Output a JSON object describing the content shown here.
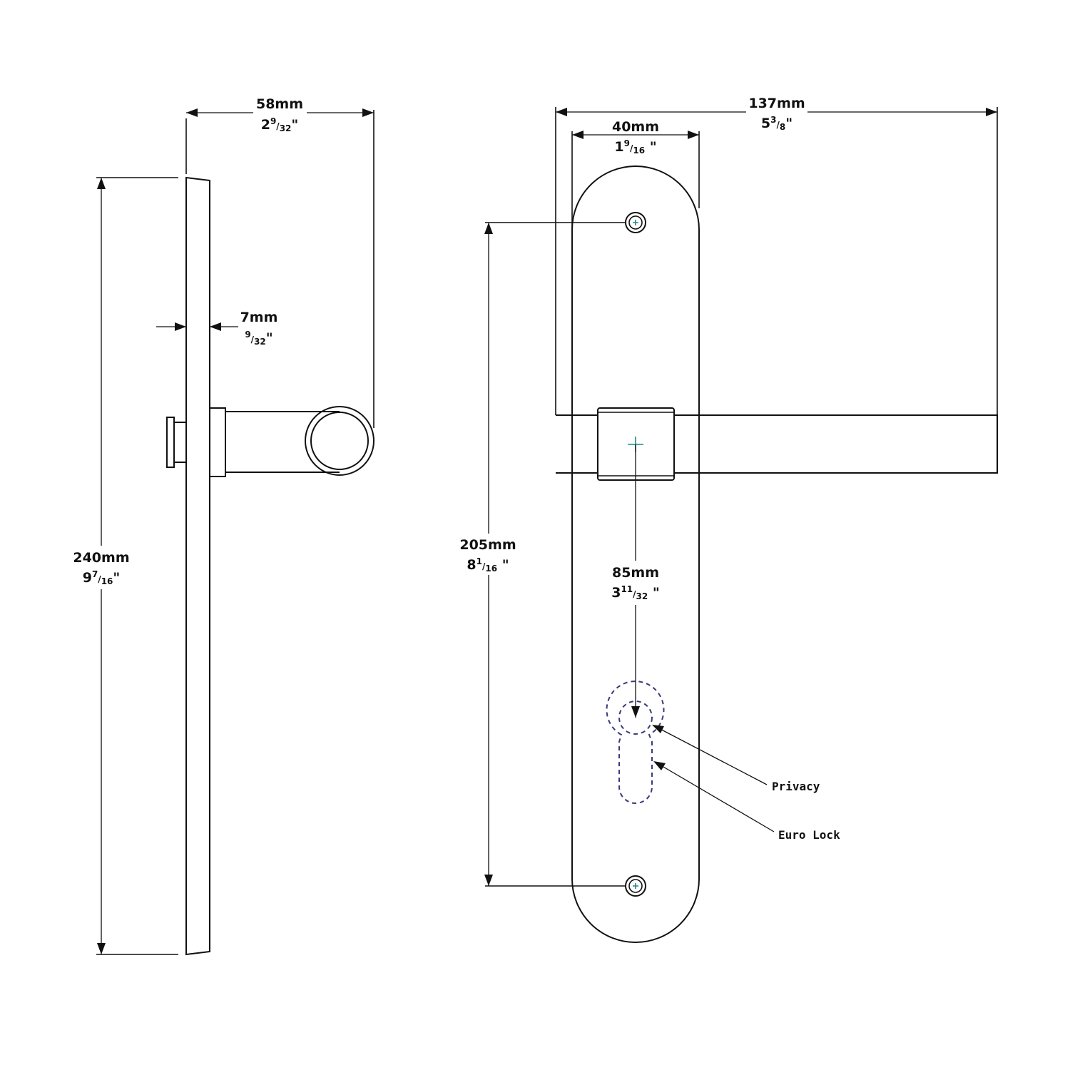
{
  "side_view": {
    "width_mm": "58mm",
    "width_in": {
      "whole": "2",
      "num": "9",
      "den": "32",
      "mark": "\""
    },
    "thickness_mm": "7mm",
    "thickness_in": {
      "whole": "",
      "num": "9",
      "den": "32",
      "mark": "\""
    },
    "height_mm": "240mm",
    "height_in": {
      "whole": "9",
      "num": "7",
      "den": "16",
      "mark": "\""
    }
  },
  "front_view": {
    "projection_mm": "137mm",
    "projection_in": {
      "whole": "5",
      "num": "3",
      "den": "8",
      "mark": "\""
    },
    "plate_width_mm": "40mm",
    "plate_width_in": {
      "whole": "1",
      "num": "9",
      "den": "16",
      "mark": " \""
    },
    "screw_centers_mm": "205mm",
    "screw_centers_in": {
      "whole": "8",
      "num": "1",
      "den": "16",
      "mark": " \""
    },
    "backset_mm": "85mm",
    "backset_in": {
      "whole": "3",
      "num": "11",
      "den": "32",
      "mark": " \""
    }
  },
  "callouts": {
    "privacy": "Privacy",
    "euro_lock": "Euro Lock"
  },
  "colors": {
    "line": "#111111",
    "cutout_dash": "#3a3a7a",
    "center_mark": "#1d8a86"
  }
}
